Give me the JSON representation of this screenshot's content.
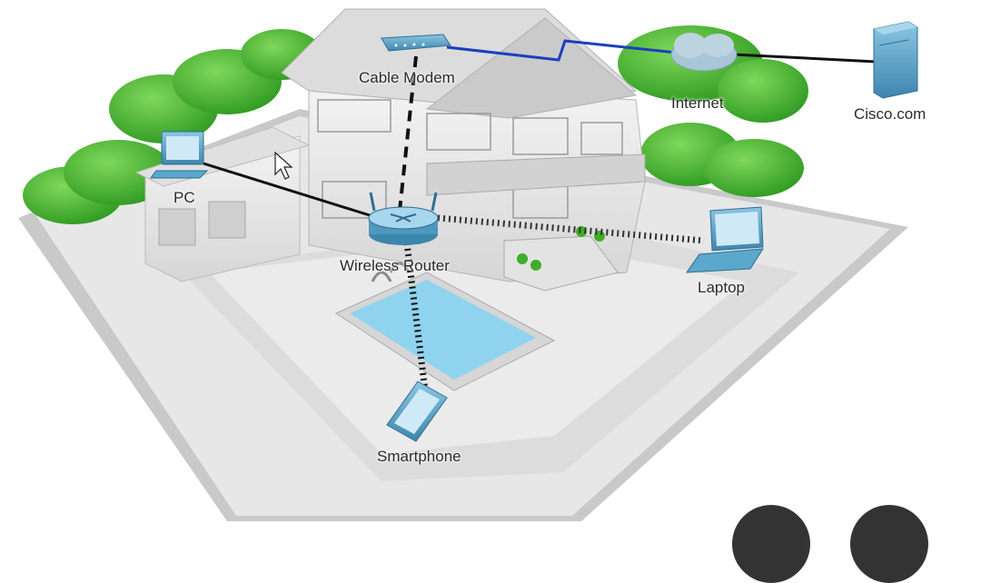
{
  "diagram": {
    "nodes": {
      "cable_modem": "Cable Modem",
      "internet": "Internet",
      "server": "Cisco.com",
      "pc": "PC",
      "router": "Wireless Router",
      "laptop": "Laptop",
      "smartphone": "Smartphone"
    },
    "colors": {
      "fiber_link": "#1a3fbf",
      "wired_link": "#111111",
      "device": "#5ba8cf",
      "foliage": "#3fae2a",
      "pool": "#8fd3ef"
    },
    "links": [
      {
        "from": "cable_modem",
        "to": "internet",
        "style": "solid-blue"
      },
      {
        "from": "internet",
        "to": "server",
        "style": "solid-black"
      },
      {
        "from": "cable_modem",
        "to": "router",
        "style": "dashed"
      },
      {
        "from": "pc",
        "to": "router",
        "style": "solid-black"
      },
      {
        "from": "router",
        "to": "laptop",
        "style": "wireless"
      },
      {
        "from": "router",
        "to": "smartphone",
        "style": "wireless"
      }
    ]
  }
}
